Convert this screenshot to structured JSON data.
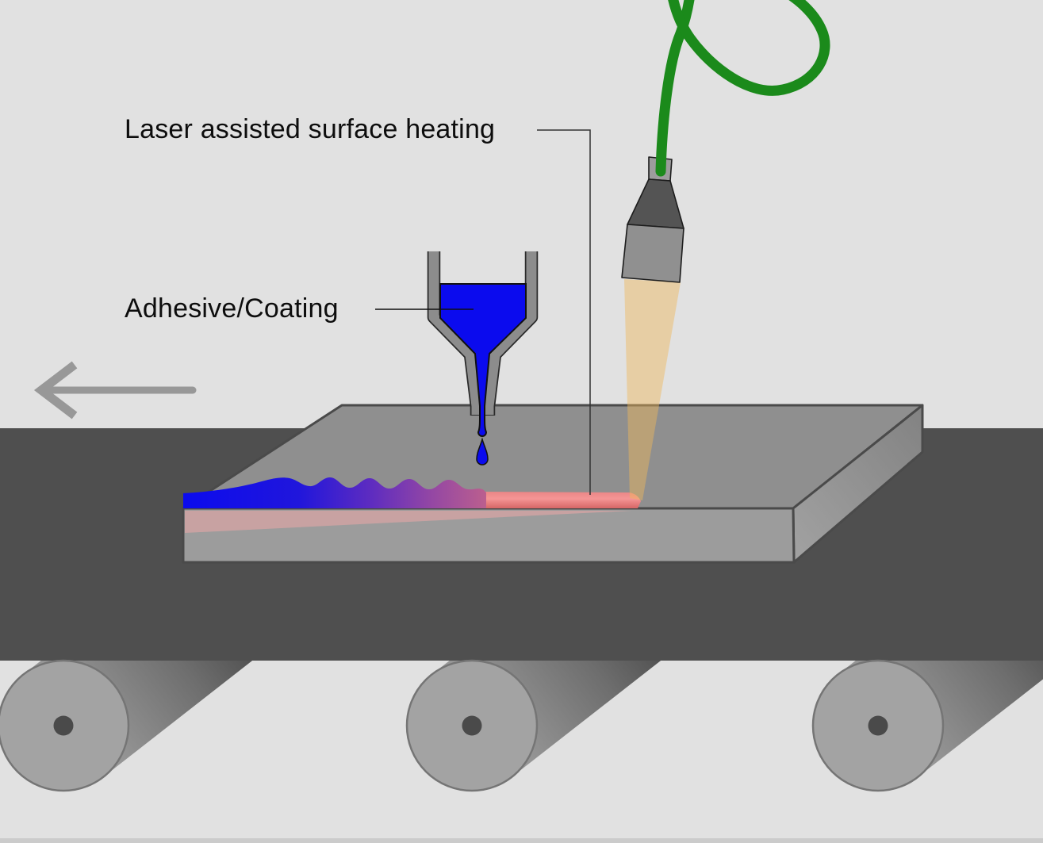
{
  "diagram": {
    "labels": {
      "laser_heating": "Laser assisted surface heating",
      "adhesive_coating": "Adhesive/Coating"
    },
    "colors": {
      "background": "#e1e1e1",
      "belt": "#4f4f4f",
      "slab_top": "#8f8f8f",
      "slab_front": "#9c9c9c",
      "adhesive_blue": "#0b0bee",
      "coating_purple": "#5e2cc0",
      "heated_red": "#f59595",
      "beam_tan": "rgba(240,185,90,0.45)",
      "cable_green": "#1b8a1b",
      "roller_gray": "#a3a3a3",
      "roller_hub": "#4a4a4a",
      "arrow_gray": "#989898",
      "glow_pink": "rgba(255,170,170,0.45)"
    },
    "icons": {
      "direction_arrow": "left-arrow",
      "laser_head": "laser-head",
      "funnel": "adhesive-funnel"
    }
  }
}
